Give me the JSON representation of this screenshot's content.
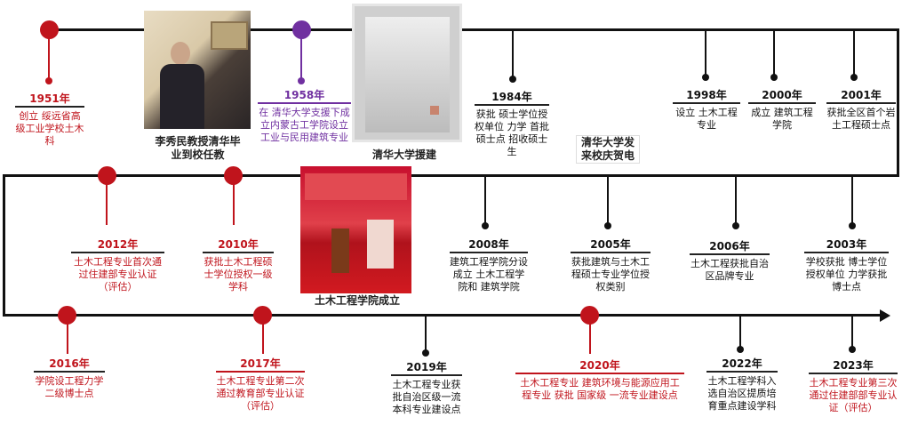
{
  "events": {
    "e1951": {
      "year": "1951年",
      "text": "创立 绥远省高级工业学校土木科"
    },
    "e1958": {
      "year": "1958年",
      "text": "在 清华大学支援下成立内蒙古工学院设立工业与民用建筑专业"
    },
    "e1984": {
      "year": "1984年",
      "text": "获批 硕士学位授权单位 力学 首批硕士点 招收硕士生"
    },
    "e1998": {
      "year": "1998年",
      "text": "设立 土木工程专业"
    },
    "e2000": {
      "year": "2000年",
      "text": "成立 建筑工程学院"
    },
    "e2001": {
      "year": "2001年",
      "text": "获批全区首个岩土工程硕士点"
    },
    "e2012": {
      "year": "2012年",
      "text": "土木工程专业首次通过住建部专业认证（评估）"
    },
    "e2010": {
      "year": "2010年",
      "text": "获批土木工程硕士学位授权一级学科"
    },
    "e2008": {
      "year": "2008年",
      "text": "建筑工程学院分设成立 土木工程学院和 建筑学院"
    },
    "e2005": {
      "year": "2005年",
      "text": "获批建筑与土木工程硕士专业学位授权类别"
    },
    "e2006": {
      "year": "2006年",
      "text": "土木工程获批自治区品牌专业"
    },
    "e2003": {
      "year": "2003年",
      "text": "学校获批 博士学位授权单位 力学获批博士点"
    },
    "e2016": {
      "year": "2016年",
      "text": "学院设工程力学 二级博士点"
    },
    "e2017": {
      "year": "2017年",
      "text": "土木工程专业第二次通过教育部专业认证（评估）"
    },
    "e2019": {
      "year": "2019年",
      "text": "土木工程专业获批自治区级一流本科专业建设点"
    },
    "e2020": {
      "year": "2020年",
      "text": "土木工程专业 建筑环境与能源应用工程专业 获批 国家级 一流专业建设点"
    },
    "e2022": {
      "year": "2022年",
      "text": "土木工程学科入选自治区提质培育重点建设学科"
    },
    "e2023": {
      "year": "2023年",
      "text": "土木工程专业第三次通过住建部部专业认证（评估）"
    }
  },
  "captions": {
    "photo1": "李秀民教授清华毕业到校任教",
    "photo2": "清华大学援建",
    "photo3": "土木工程学院成立",
    "telegram": "清华大学发来校庆贺电"
  },
  "colors": {
    "red": "#c0141c",
    "purple": "#7030a0",
    "black": "#111111"
  }
}
